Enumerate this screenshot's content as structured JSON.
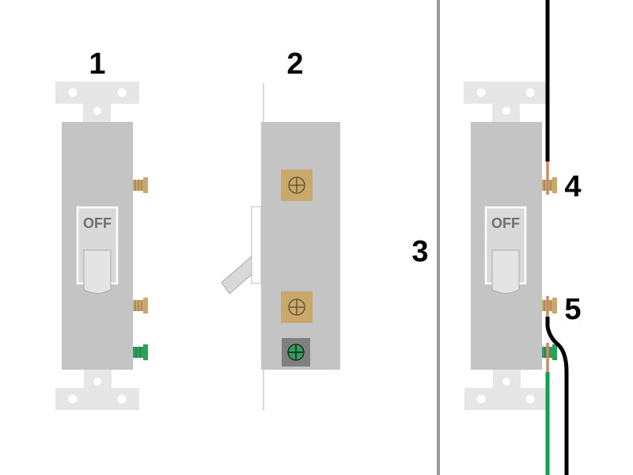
{
  "labels": {
    "switch_front": "1",
    "switch_side": "2",
    "divider": "3",
    "top_terminal": "4",
    "bottom_terminal": "5"
  },
  "toggle_text": "OFF",
  "colors": {
    "yoke": "#e6e6e6",
    "body": "#c4c4c4",
    "toggle": "#d9d9d9",
    "brass": "#c9a96b",
    "ground": "#2e9e5b",
    "copper": "#c98a6a",
    "hot_wire": "#000000",
    "ground_wire": "#10a050",
    "divider": "#999999"
  },
  "icons": [
    "screw-icon",
    "ground-screw-icon"
  ]
}
